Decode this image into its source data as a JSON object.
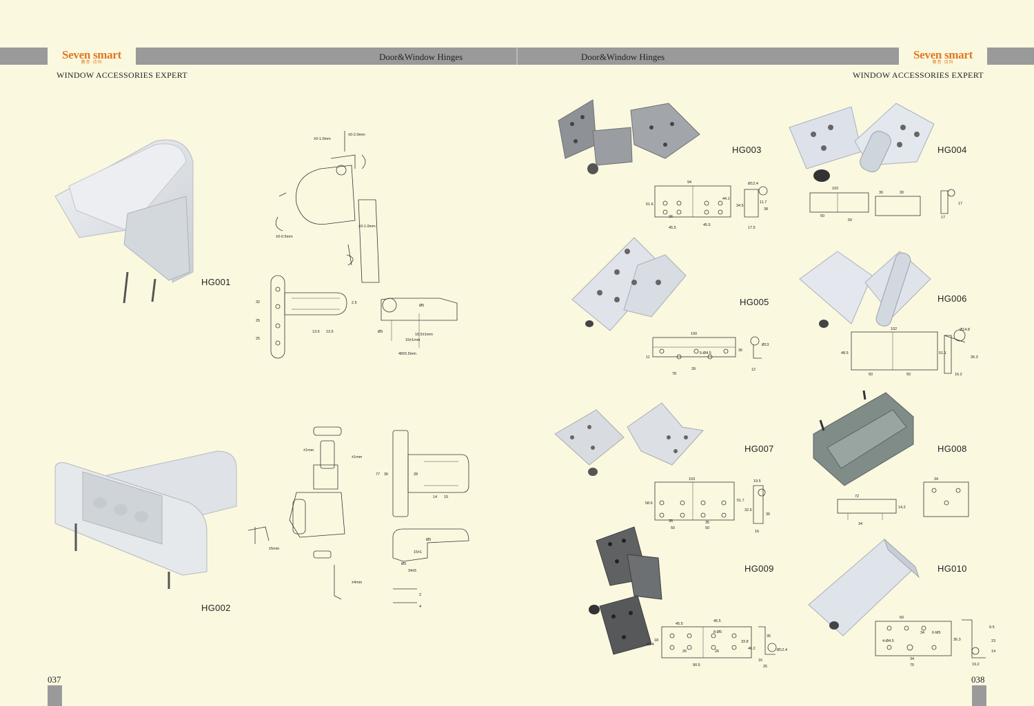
{
  "brand": {
    "name": "Seven smart",
    "sub": "赛音·诗玛",
    "color": "#e0781e"
  },
  "header": {
    "left_title": "Door&Window Hinges",
    "right_title": "Door&Window Hinges",
    "tagline_left": "WINDOW ACCESSORIES EXPERT",
    "tagline_right": "WINDOW ACCESSORIES EXPERT"
  },
  "pages": {
    "left": "037",
    "right": "038"
  },
  "products": [
    {
      "model": "HG001",
      "dims": [
        "±0-1.0mm",
        "±0-2.0mm",
        "±0-0.5mm",
        "±0-1.0mm",
        "32",
        "25",
        "25",
        "2.5",
        "13.5",
        "13.5",
        "Ø5",
        "Ø5",
        "15±1mm",
        "16.5±1mm",
        "48±5.5mm"
      ]
    },
    {
      "model": "HG002",
      "dims": [
        "±1mm",
        "±1mm",
        "±5mm",
        "±4mm",
        "77",
        "36",
        "28",
        "14",
        "15",
        "Ø5",
        "Ø5",
        "15±1",
        "34±5",
        "2",
        "4"
      ]
    },
    {
      "model": "HG003",
      "dims": [
        "94",
        "Ø12.4",
        "51.6",
        "44.1",
        "34.5",
        "11.7",
        "38",
        "26",
        "45.5",
        "45.5",
        "17.5"
      ]
    },
    {
      "model": "HG004",
      "dims": [
        "102",
        "30",
        "30",
        "17",
        "50",
        "50",
        "17"
      ]
    },
    {
      "model": "HG005",
      "dims": [
        "100",
        "Ø13",
        "11",
        "5-Ø4.5",
        "36",
        "39",
        "78",
        "12"
      ]
    },
    {
      "model": "HG006",
      "dims": [
        "102",
        "Ø14.8",
        "48.5",
        "51.1",
        "36.3",
        "50",
        "50",
        "16.2"
      ]
    },
    {
      "model": "HG007",
      "dims": [
        "103",
        "19.5",
        "58.6",
        "51.7",
        "32.5",
        "36",
        "35",
        "35",
        "50",
        "50",
        "16"
      ]
    },
    {
      "model": "HG008",
      "dims": [
        "34",
        "72",
        "14.2",
        "34"
      ]
    },
    {
      "model": "HG009",
      "dims": [
        "45.5",
        "45.5",
        "8-Ø5",
        "35",
        "43.4",
        "18",
        "26",
        "26",
        "33.8",
        "46.2",
        "Ø12.4",
        "90.5",
        "16",
        "25"
      ]
    },
    {
      "model": "HG010",
      "dims": [
        "60",
        "34",
        "6-M5",
        "4-Ø4.5",
        "36.3",
        "34",
        "75",
        "23",
        "14",
        "19.2",
        "9.5"
      ]
    }
  ],
  "colors": {
    "background": "#fbf8e0",
    "band": "#9a9a9a",
    "aluminum": "#d9dde2",
    "dark_grey": "#6b6e70",
    "teal_grey": "#7f8c88"
  }
}
